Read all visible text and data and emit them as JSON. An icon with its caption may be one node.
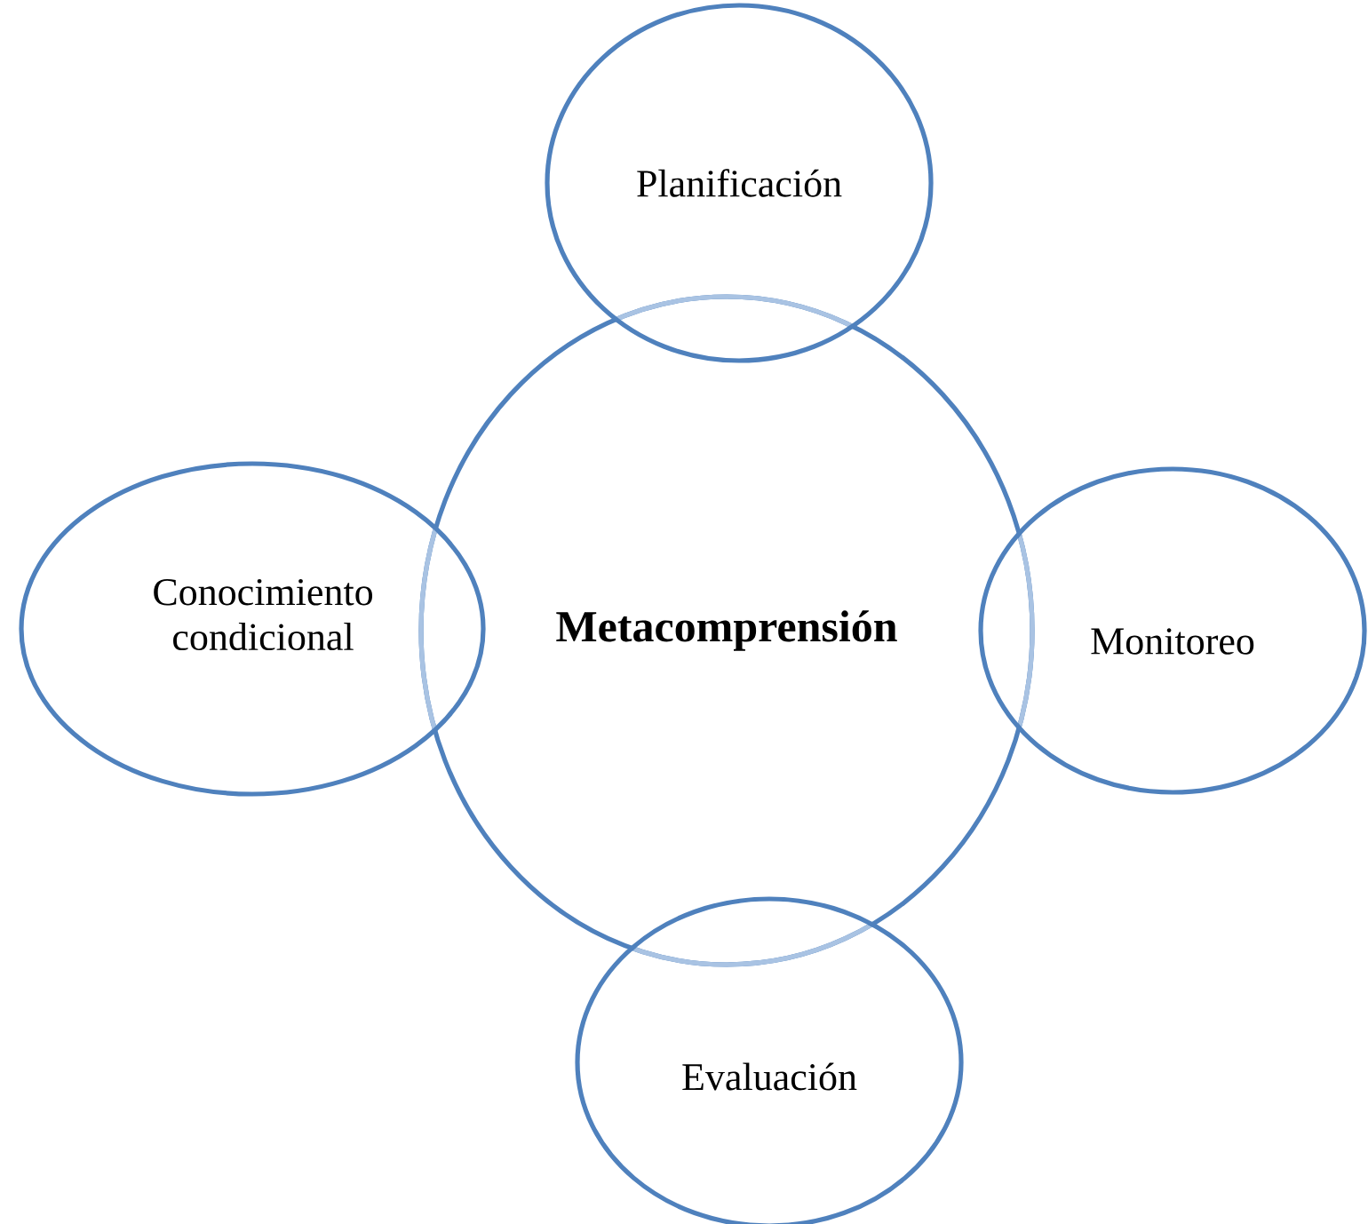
{
  "diagram": {
    "nodes": [
      {
        "text": [
          "Planificación"
        ]
      },
      {
        "text": [
          "Conocimiento condicional"
        ]
      },
      {
        "text": [
          "**Metacomprensión**"
        ]
      },
      {
        "text": [
          "Monitoreo"
        ]
      },
      {
        "text": [
          "Evaluación"
        ]
      }
    ]
  }
}
